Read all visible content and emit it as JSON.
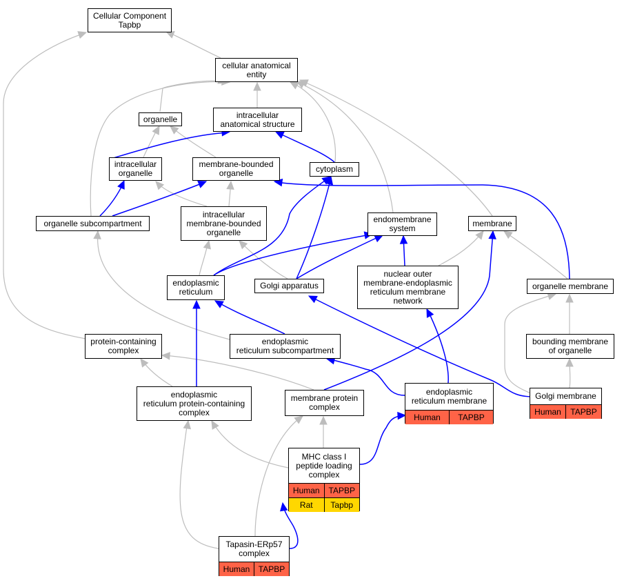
{
  "colors": {
    "relation_edge": "#0000ff",
    "isa_edge": "#bdbdbd",
    "human": "#ff6347",
    "rat": "#ffd700"
  },
  "nodes": {
    "cc_tapbp": {
      "label": "Cellular Component\nTapbp"
    },
    "cae": {
      "label": "cellular anatomical\nentity"
    },
    "organelle": {
      "label": "organelle"
    },
    "ias": {
      "label": "intracellular\nanatomical structure"
    },
    "io": {
      "label": "intracellular\norganelle"
    },
    "mbo": {
      "label": "membrane-bounded\norganelle"
    },
    "cytoplasm": {
      "label": "cytoplasm"
    },
    "osub": {
      "label": "organelle subcompartment"
    },
    "imbo": {
      "label": "intracellular\nmembrane-bounded\norganelle"
    },
    "endomem": {
      "label": "endomembrane\nsystem"
    },
    "membrane": {
      "label": "membrane"
    },
    "er": {
      "label": "endoplasmic\nreticulum"
    },
    "golgi": {
      "label": "Golgi apparatus"
    },
    "nome": {
      "label": "nuclear outer\nmembrane-endoplasmic\nreticulum membrane\nnetwork"
    },
    "orgmem": {
      "label": "organelle membrane"
    },
    "pcc": {
      "label": "protein-containing\ncomplex"
    },
    "ersub": {
      "label": "endoplasmic\nreticulum subcompartment"
    },
    "bmo": {
      "label": "bounding membrane\nof organelle"
    },
    "erpcc": {
      "label": "endoplasmic\nreticulum protein-containing\ncomplex"
    },
    "mpc": {
      "label": "membrane protein\ncomplex"
    },
    "erm": {
      "label": "endoplasmic\nreticulum membrane",
      "rows": [
        [
          "Human",
          "TAPBP"
        ]
      ]
    },
    "golgimem": {
      "label": "Golgi membrane",
      "rows": [
        [
          "Human",
          "TAPBP"
        ]
      ]
    },
    "mhc": {
      "label": "MHC class I\npeptide loading\ncomplex",
      "rows": [
        [
          "Human",
          "TAPBP"
        ],
        [
          "Rat",
          "Tapbp"
        ]
      ]
    },
    "tap": {
      "label": "Tapasin-ERp57\ncomplex",
      "rows": [
        [
          "Human",
          "TAPBP"
        ]
      ]
    }
  }
}
